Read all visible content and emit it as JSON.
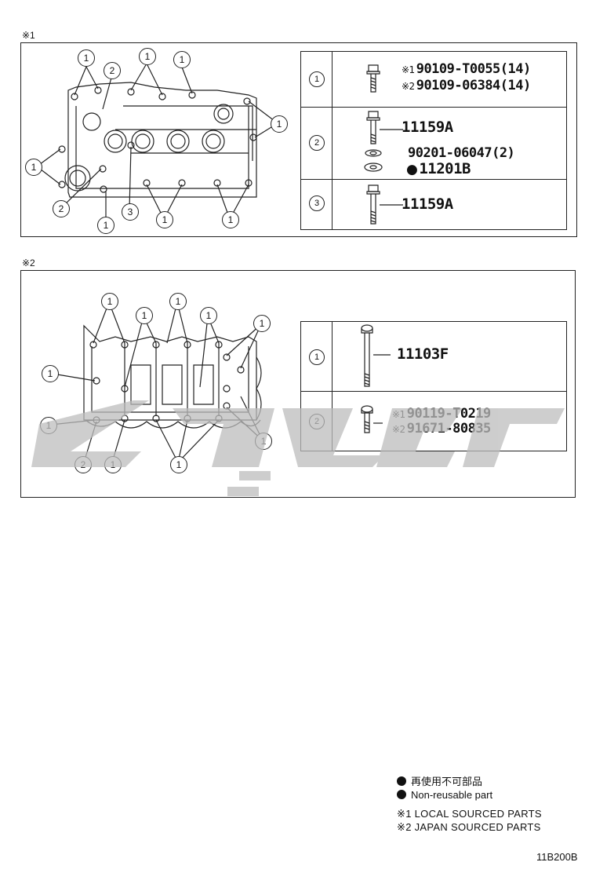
{
  "sections": [
    {
      "label": "※1",
      "diagram_callouts": [
        "1",
        "2",
        "1",
        "1",
        "1",
        "1",
        "2",
        "3",
        "1",
        "1",
        "1"
      ],
      "parts": [
        {
          "num": "1",
          "lines": [
            {
              "mark": "※1",
              "text": "90109-T0055(14)"
            },
            {
              "mark": "※2",
              "text": "90109-06384(14)"
            }
          ]
        },
        {
          "num": "2",
          "lines": [
            {
              "mark": "",
              "text": "11159A"
            },
            {
              "mark": "",
              "text": "90201-06047(2)"
            },
            {
              "mark": "●",
              "text": "11201B"
            }
          ]
        },
        {
          "num": "3",
          "lines": [
            {
              "mark": "",
              "text": "11159A"
            }
          ]
        }
      ]
    },
    {
      "label": "※2",
      "diagram_callouts": [
        "1",
        "1",
        "1",
        "1",
        "1",
        "1",
        "1",
        "1",
        "2",
        "1",
        "1"
      ],
      "parts": [
        {
          "num": "1",
          "lines": [
            {
              "mark": "",
              "text": "11103F"
            }
          ]
        },
        {
          "num": "2",
          "lines": [
            {
              "mark": "※1",
              "text": "90119-T0219"
            },
            {
              "mark": "※2",
              "text": "91671-80835"
            }
          ]
        }
      ]
    }
  ],
  "legend": {
    "non_reusable_jp": "再使用不可部品",
    "non_reusable_en": "Non-reusable part",
    "note1": "※1 LOCAL SOURCED PARTS",
    "note2": "※2 JAPAN SOURCED PARTS"
  },
  "figure_id": "11B200B",
  "colors": {
    "line": "#222222",
    "watermark": "#bdbdbd"
  }
}
